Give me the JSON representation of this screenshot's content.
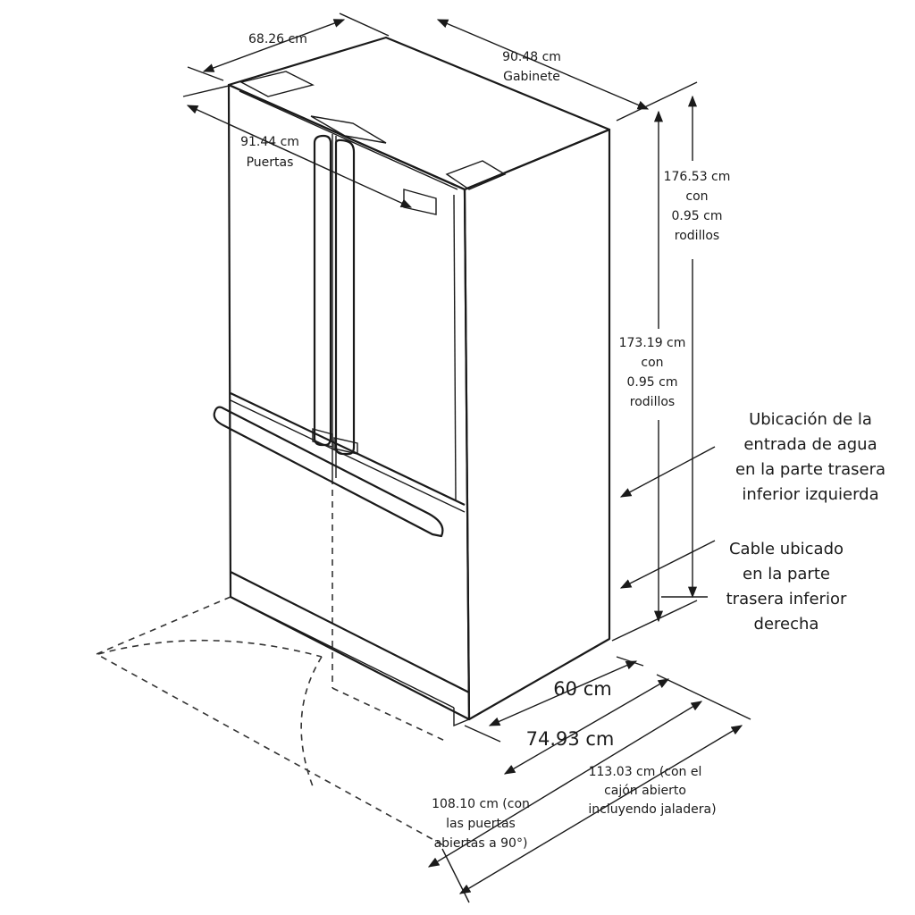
{
  "labels": {
    "width_cabinet_depth": "68.26 cm",
    "width_total": "90.48 cm",
    "width_total_sub": "Gabinete",
    "doors_depth": "91.44 cm",
    "doors_depth_sub": "Puertas",
    "height_total_l1": "176.53 cm",
    "height_total_l2": "con",
    "height_total_l3": "0.95 cm",
    "height_total_l4": "rodillos",
    "height_case_l1": "173.19 cm",
    "height_case_l2": "con",
    "height_case_l3": "0.95 cm",
    "height_case_l4": "rodillos",
    "water_l1": "Ubicación de la",
    "water_l2": "entrada de agua",
    "water_l3": "en la parte trasera",
    "water_l4": "inferior izquierda",
    "cable_l1": "Cable ubicado",
    "cable_l2": "en la parte",
    "cable_l3": "trasera inferior",
    "cable_l4": "derecha",
    "depth_60": "60 cm",
    "depth_7493": "74.93 cm",
    "drawer_open_l1": "113.03 cm (con el",
    "drawer_open_l2": "cajón abierto",
    "drawer_open_l3": "incluyendo jaladera)",
    "doors_open_l1": "108.10 cm (con",
    "doors_open_l2": "las puertas",
    "doors_open_l3": "abiertas a 90°)"
  },
  "colors": {
    "line": "#1a1a1a",
    "background": "#ffffff"
  }
}
